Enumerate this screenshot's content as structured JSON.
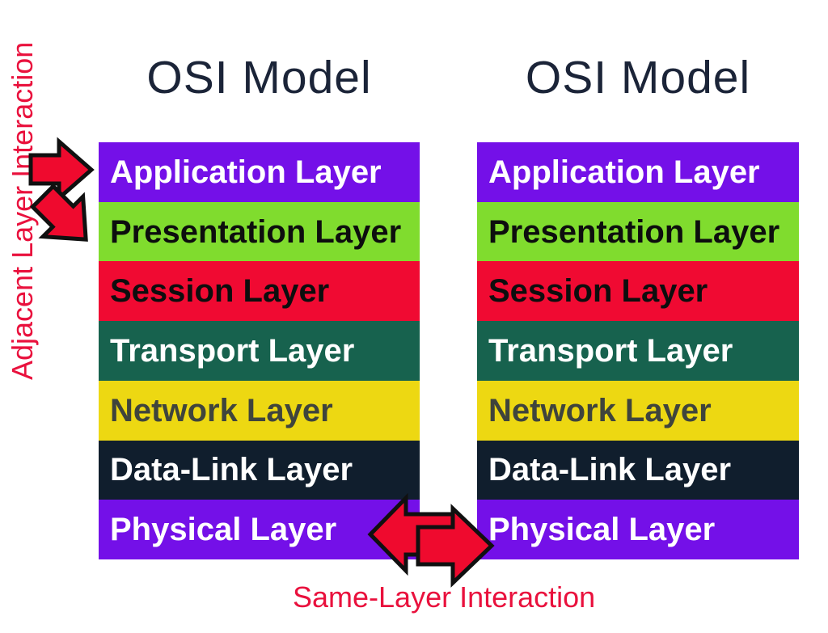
{
  "titles": {
    "left": "OSI Model",
    "right": "OSI Model"
  },
  "annotations": {
    "adjacent_layer": "Adjacent Layer Interaction",
    "same_layer": "Same-Layer Interaction"
  },
  "layers": [
    {
      "name": "Application Layer",
      "bg": "#7410E8",
      "fg": "#FFFFFF"
    },
    {
      "name": "Presentation Layer",
      "bg": "#80DC2E",
      "fg": "#0D0E0E"
    },
    {
      "name": "Session Layer",
      "bg": "#F00A32",
      "fg": "#0D0E0E"
    },
    {
      "name": "Transport Layer",
      "bg": "#17624E",
      "fg": "#FFFFFF"
    },
    {
      "name": "Network Layer",
      "bg": "#EDD812",
      "fg": "#3F443C"
    },
    {
      "name": "Data-Link Layer",
      "bg": "#101E2D",
      "fg": "#FFFFFF"
    },
    {
      "name": "Physical Layer",
      "bg": "#7410E8",
      "fg": "#FFFFFF"
    }
  ],
  "colors": {
    "background": "#FFFFFF",
    "title_text": "#1B2438",
    "annotation_red": "#E9113D",
    "arrow_red": "#EF0A2E",
    "arrow_outline": "#101010"
  }
}
